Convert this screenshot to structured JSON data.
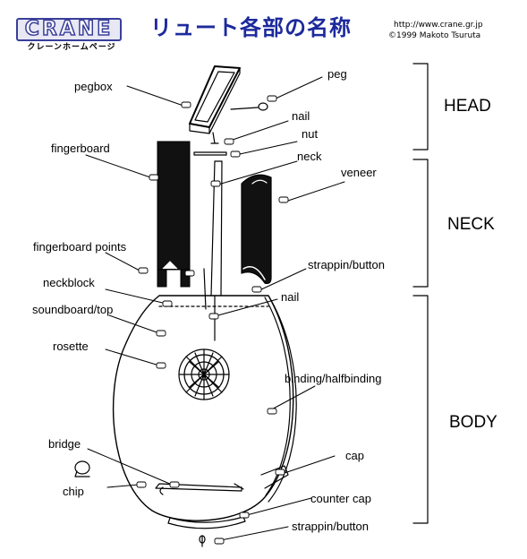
{
  "header": {
    "logo": "CRANE",
    "logo_subtitle": "クレーンホームページ",
    "title": "リュート各部の名称",
    "url": "http://www.crane.gr.jp",
    "copyright": "©1999  Makoto Tsuruta"
  },
  "sections": {
    "head": "HEAD",
    "neck": "NECK",
    "body": "BODY"
  },
  "labels": {
    "pegbox": "pegbox",
    "peg": "peg",
    "nail_top": "nail",
    "nut": "nut",
    "neck": "neck",
    "fingerboard": "fingerboard",
    "veneer": "veneer",
    "fingerboard_points": "fingerboard points",
    "strappin_button_top": "strappin/button",
    "neckblock": "neckblock",
    "nail_body": "nail",
    "soundboard_top": "soundboard/top",
    "rosette": "rosette",
    "binding_halfbinding": "binding/halfbinding",
    "bridge": "bridge",
    "cap": "cap",
    "chip": "chip",
    "counter_cap": "counter cap",
    "strappin_button_bottom": "strappin/button"
  },
  "colors": {
    "title": "#1c2a9c",
    "logo": "#3a3f9a",
    "line": "#000000",
    "fill_black": "#111111"
  }
}
